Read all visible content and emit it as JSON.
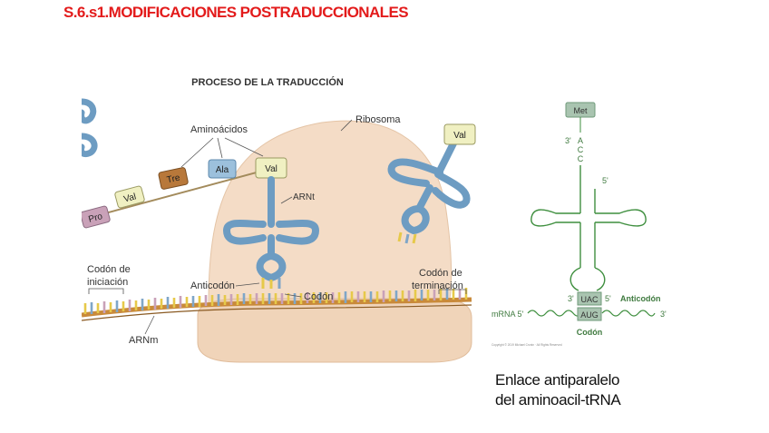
{
  "slide": {
    "title": "S.6.s1.MODIFICACIONES POSTRADUCCIONALES"
  },
  "translation_figure": {
    "heading": "PROCESO DE LA TRADUCCIÓN",
    "labels": {
      "aminoacids": "Aminoácidos",
      "ribosome": "Ribosoma",
      "trna": "ARNt",
      "start_codon_line1": "Codón de",
      "start_codon_line2": "iniciación",
      "anticodon": "Anticodón",
      "codon": "Codón",
      "stop_codon_line1": "Codón de",
      "stop_codon_line2": "terminación",
      "mrna": "ARNm"
    },
    "amino_acids": [
      "Pro",
      "Val",
      "Tre",
      "Ala",
      "Val"
    ],
    "incoming_trna_amino_acid": "Val",
    "colors": {
      "ribosome": "#f4dcc6",
      "trna": "#6d9cc2",
      "mrna_strand": "#c98a3a"
    }
  },
  "trna_figure": {
    "amino_acid": "Met",
    "acceptor_end_label": "3'",
    "acceptor_bases": [
      "A",
      "C",
      "C"
    ],
    "five_prime_label": "5'",
    "anticodon_left_label": "3'",
    "anticodon": "UAC",
    "anticodon_right_label": "5'",
    "anticodon_name": "Anticodón",
    "mrna_left_label": "mRNA 5'",
    "codon": "AUG",
    "mrna_right_label": "3'",
    "codon_name": "Codón",
    "copyright": "Copyright © 2019 Michael Cronin · All Rights Reserved",
    "colors": {
      "lines": "#3f8f3f",
      "boxes": "#a9c4b0"
    }
  },
  "caption": {
    "line1": "Enlace antiparalelo",
    "line2": "del aminoacil-tRNA"
  }
}
